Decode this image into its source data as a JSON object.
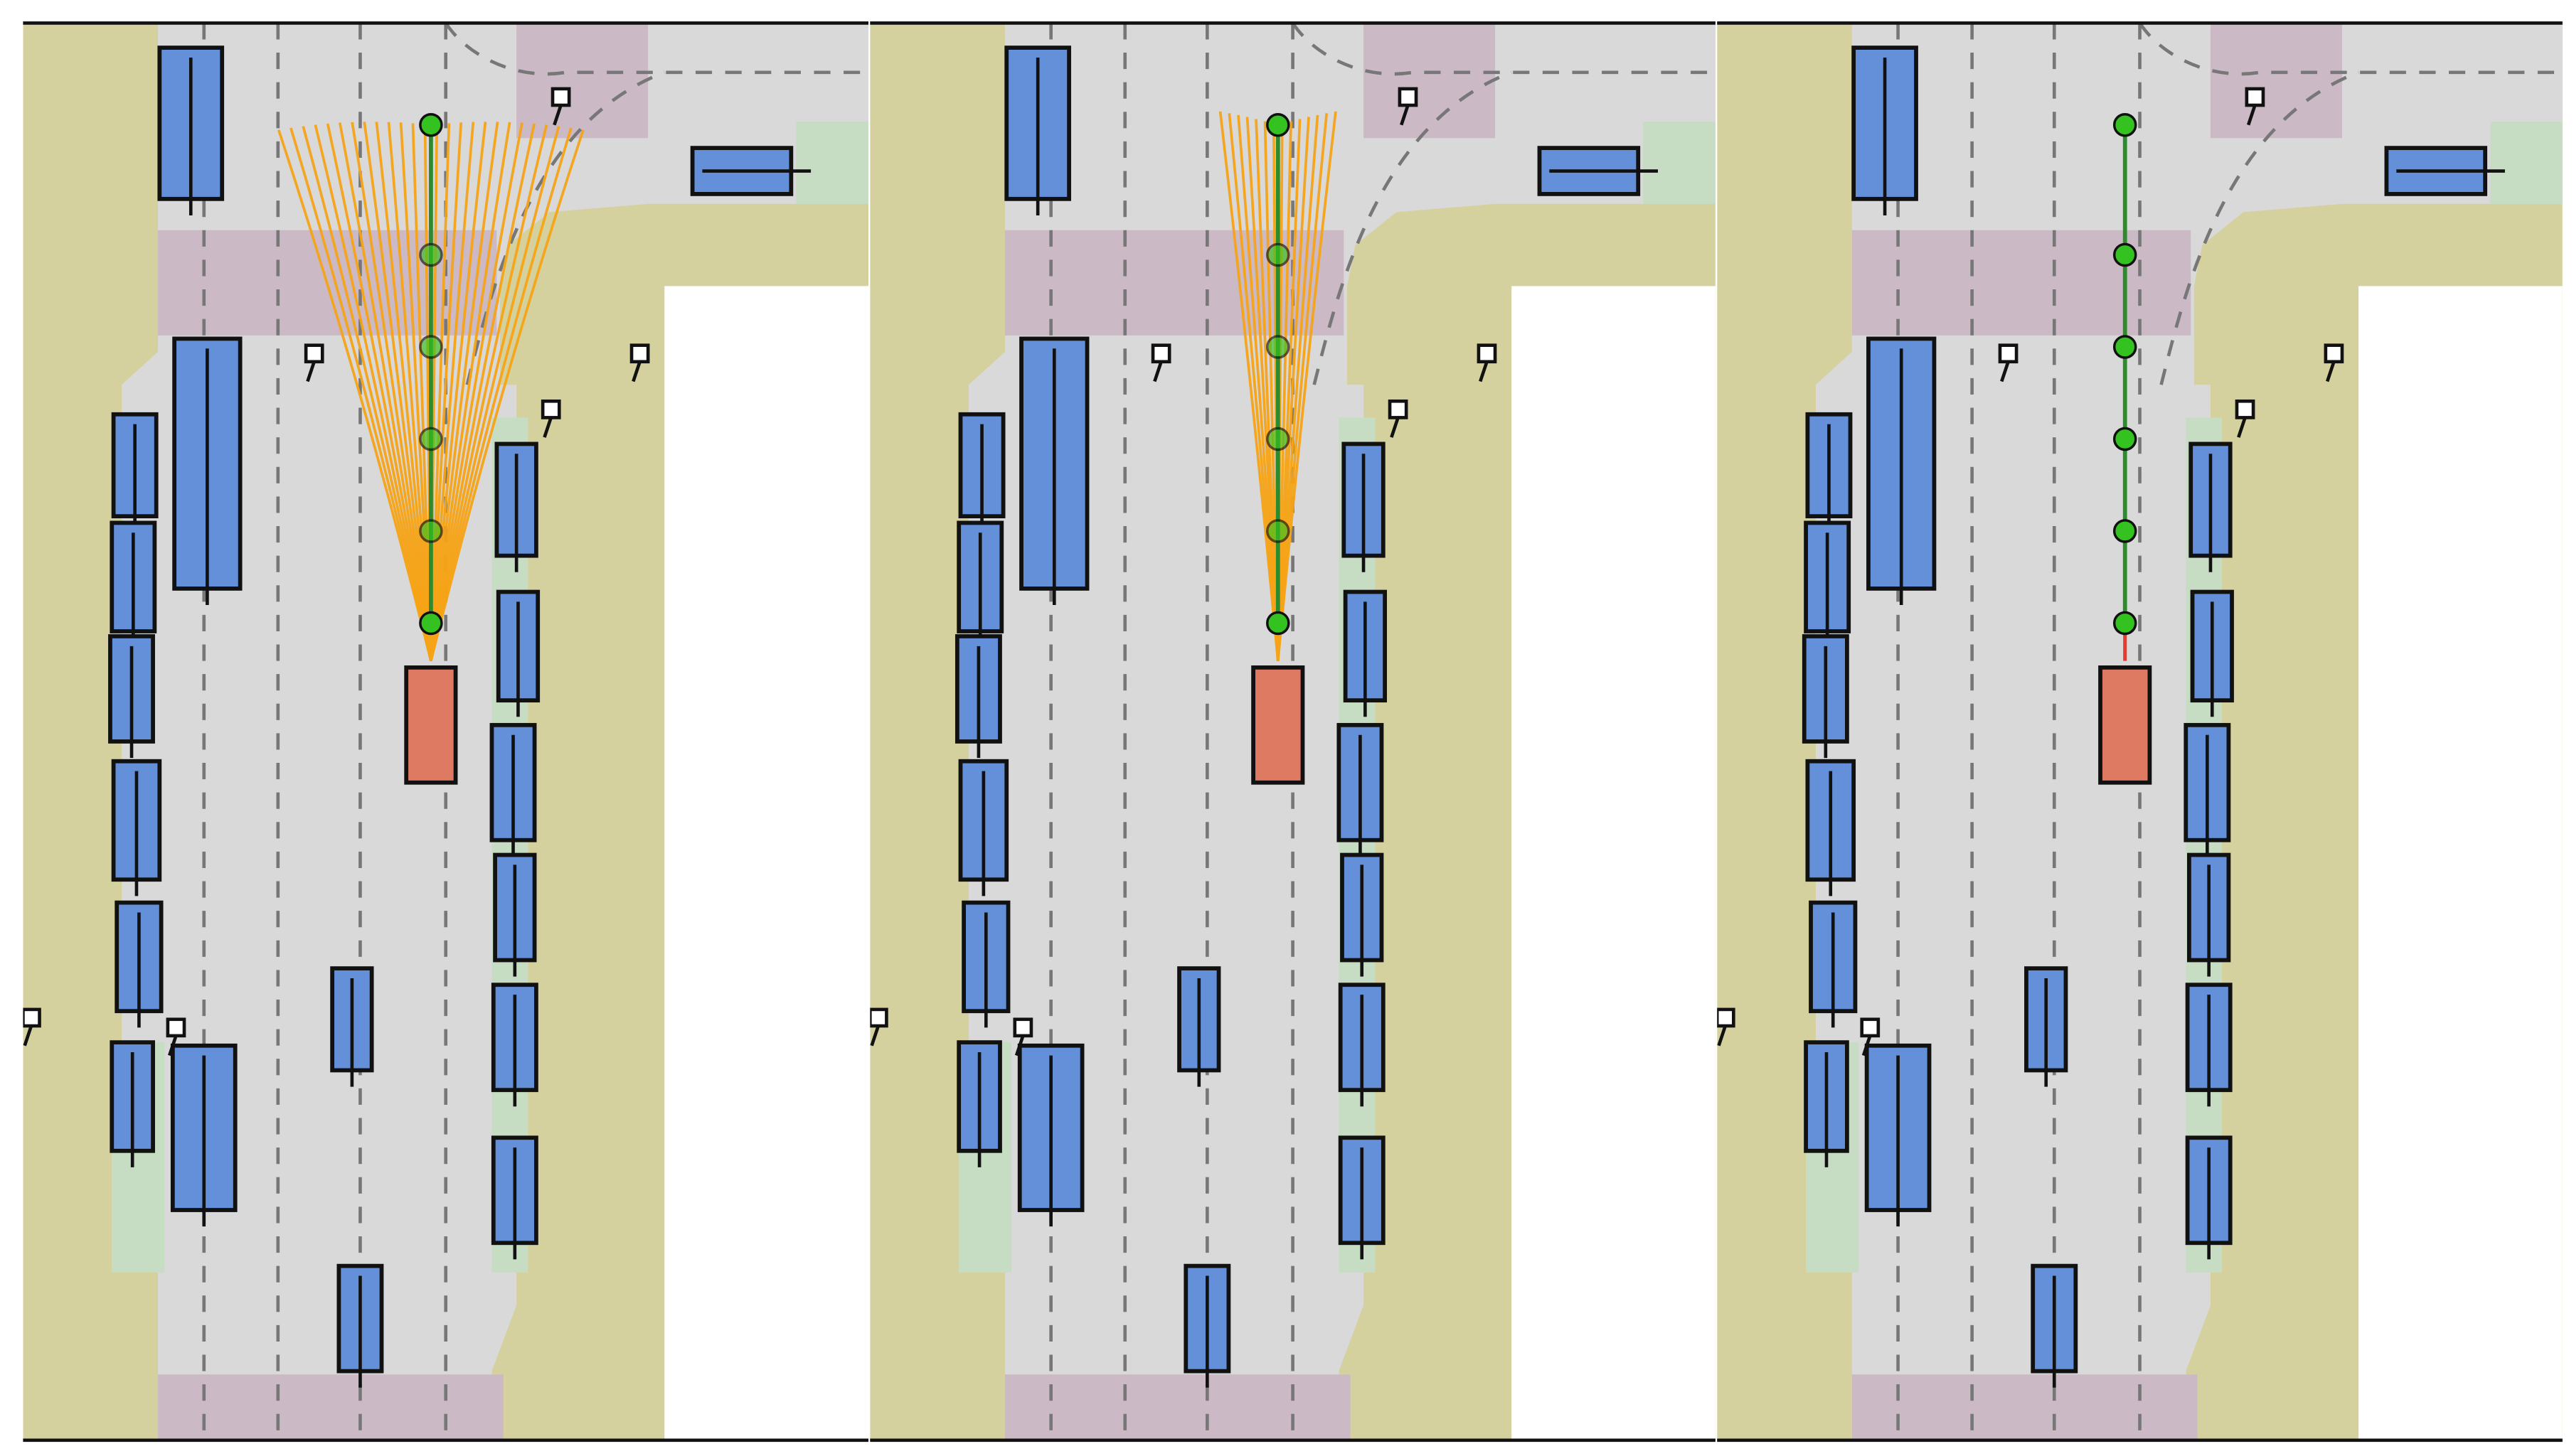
{
  "figure": {
    "panel_count": 3,
    "panels": [
      {
        "id": "left",
        "trajectory_style": "wide-fan",
        "candidate_trajectory_count": 26,
        "fan_spread_degrees": 16
      },
      {
        "id": "middle",
        "trajectory_style": "narrow-fan",
        "candidate_trajectory_count": 14,
        "fan_spread_degrees": 6
      },
      {
        "id": "right",
        "trajectory_style": "single-path",
        "candidate_trajectory_count": 1,
        "fan_spread_degrees": 0
      }
    ],
    "waypoints_per_trajectory": 6
  },
  "colors": {
    "background": "#ffffff",
    "sidewalk": "#d5d19e",
    "road": "#d9d9d9",
    "crosswalk": "#cbb9c6",
    "grass": "#c7ddc3",
    "vehicle_fill": "#6390d8",
    "ego_fill": "#df7a62",
    "outline": "#111111",
    "trajectory": "#f5a316",
    "waypoint_fill": "#33c21f",
    "centerline": "#2d8a2d",
    "selected_path": "#e83a2c",
    "lane_line": "#777777"
  },
  "legend": {}
}
